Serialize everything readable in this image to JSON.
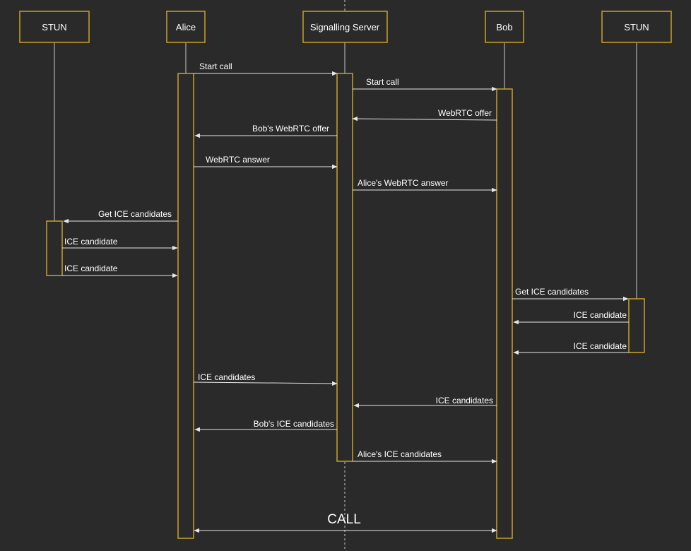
{
  "diagram": {
    "type": "sequence",
    "colors": {
      "background": "#2a2a2a",
      "actor_border": "#c9a227",
      "line": "#e6e6e6",
      "text": "#ffffff"
    },
    "actors": [
      {
        "id": "stun_left",
        "label": "STUN"
      },
      {
        "id": "alice",
        "label": "Alice"
      },
      {
        "id": "server",
        "label": "Signalling Server"
      },
      {
        "id": "bob",
        "label": "Bob"
      },
      {
        "id": "stun_right",
        "label": "STUN"
      }
    ],
    "messages": [
      {
        "from": "alice",
        "to": "server",
        "label": "Start call"
      },
      {
        "from": "server",
        "to": "bob",
        "label": "Start call"
      },
      {
        "from": "bob",
        "to": "server",
        "label": "WebRTC offer"
      },
      {
        "from": "server",
        "to": "alice",
        "label": "Bob's WebRTC offer"
      },
      {
        "from": "alice",
        "to": "server",
        "label": "WebRTC answer"
      },
      {
        "from": "server",
        "to": "bob",
        "label": "Alice's WebRTC answer"
      },
      {
        "from": "alice",
        "to": "stun_left",
        "label": "Get ICE candidates"
      },
      {
        "from": "stun_left",
        "to": "alice",
        "label": "ICE candidate"
      },
      {
        "from": "stun_left",
        "to": "alice",
        "label": "ICE candidate"
      },
      {
        "from": "bob",
        "to": "stun_right",
        "label": "Get ICE candidates"
      },
      {
        "from": "stun_right",
        "to": "bob",
        "label": "ICE candidate"
      },
      {
        "from": "stun_right",
        "to": "bob",
        "label": "ICE candidate"
      },
      {
        "from": "alice",
        "to": "server",
        "label": "ICE candidates"
      },
      {
        "from": "bob",
        "to": "server",
        "label": "ICE candidates"
      },
      {
        "from": "server",
        "to": "alice",
        "label": "Bob's ICE candidates"
      },
      {
        "from": "server",
        "to": "bob",
        "label": "Alice's ICE candidates"
      },
      {
        "from": "alice",
        "to": "bob",
        "label": "CALL",
        "bidirectional": true
      }
    ]
  }
}
